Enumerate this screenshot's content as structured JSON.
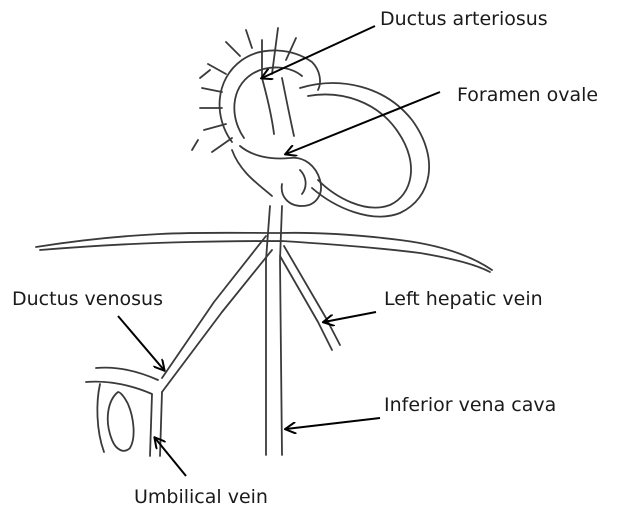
{
  "labels": {
    "ductus_arteriosus": "Ductus arteriosus",
    "foramen_ovale": "Foramen ovale",
    "ductus_venosus": "Ductus venosus",
    "left_hepatic_vein": "Left hepatic vein",
    "inferior_vena_cava": "Inferior vena cava",
    "umbilical_vein": "Umbilical vein"
  },
  "colors": {
    "line": "#3a3a3a",
    "arrow": "#000000",
    "text": "#1a1a1a",
    "background": "#ffffff"
  }
}
